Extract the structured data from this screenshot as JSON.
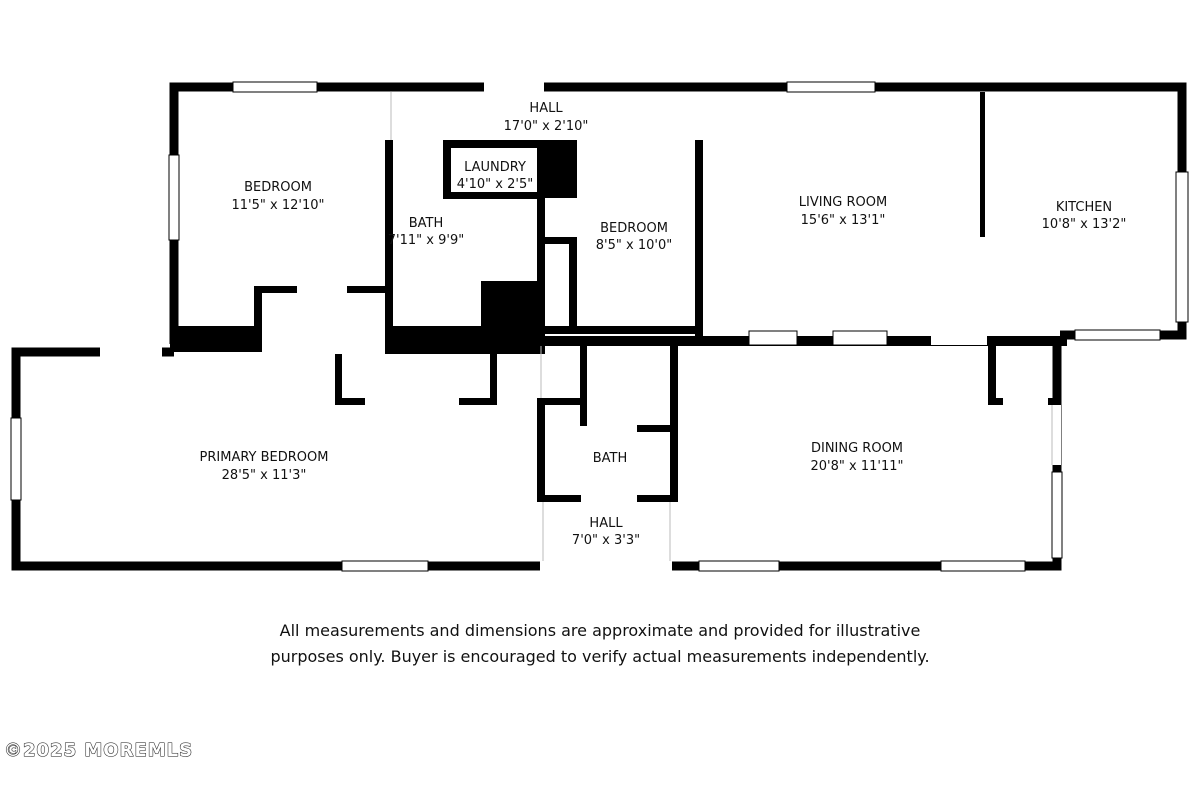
{
  "rooms": {
    "hall_top": {
      "name": "HALL",
      "dim": "17'0\" x 2'10\""
    },
    "bedroom_1": {
      "name": "BEDROOM",
      "dim": "11'5\" x 12'10\""
    },
    "laundry": {
      "name": "LAUNDRY",
      "dim": "4'10\" x 2'5\""
    },
    "bath_1": {
      "name": "BATH",
      "dim": "7'11\" x 9'9\""
    },
    "bedroom_2": {
      "name": "BEDROOM",
      "dim": "8'5\" x 10'0\""
    },
    "living_room": {
      "name": "LIVING ROOM",
      "dim": "15'6\" x 13'1\""
    },
    "kitchen": {
      "name": "KITCHEN",
      "dim": "10'8\" x 13'2\""
    },
    "primary_bedroom": {
      "name": "PRIMARY BEDROOM",
      "dim": "28'5\" x 11'3\""
    },
    "bath_2": {
      "name": "BATH",
      "dim": ""
    },
    "hall_bottom": {
      "name": "HALL",
      "dim": "7'0\" x 3'3\""
    },
    "dining_room": {
      "name": "DINING ROOM",
      "dim": "20'8\" x 11'11\""
    }
  },
  "disclaimer": {
    "line1": "All measurements and dimensions are approximate and provided for illustrative",
    "line2": "purposes only. Buyer is encouraged to verify actual measurements independently."
  },
  "watermark": "©2025 MOREMLS",
  "colors": {
    "wall": "#000000",
    "window": "#ffffff",
    "background": "#ffffff"
  }
}
